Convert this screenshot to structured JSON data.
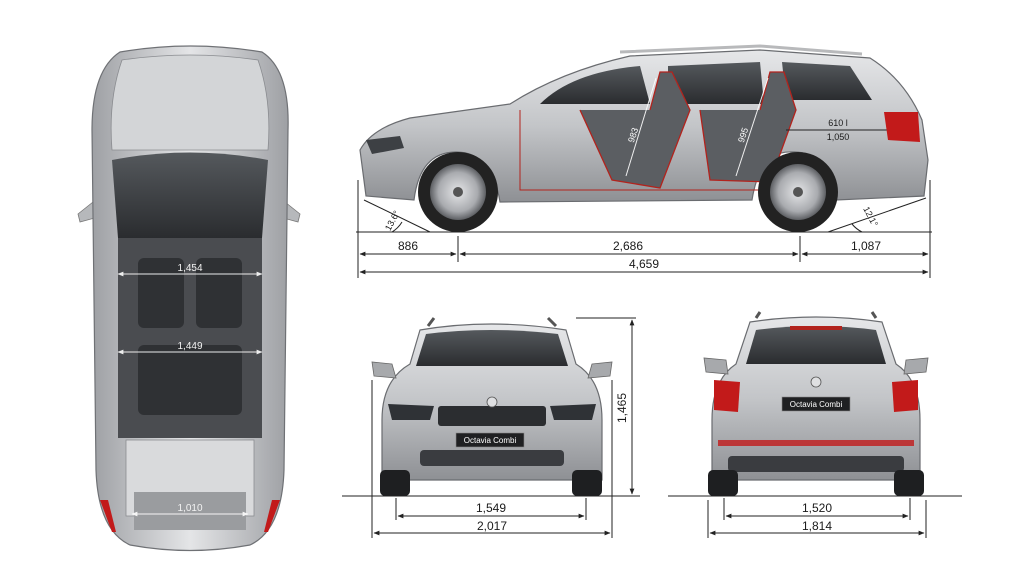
{
  "dimensions": {
    "front_overhang": "886",
    "wheelbase": "2,686",
    "rear_overhang": "1,087",
    "overall_length": "4,659",
    "height": "1,465",
    "front_track": "1,549",
    "width_with_mirrors": "2,017",
    "rear_track": "1,520",
    "width": "1,814",
    "front_shoulder_width": "1,454",
    "rear_shoulder_width": "1,449",
    "boot_floor_width": "1,010",
    "front_headroom": "983",
    "rear_headroom": "995",
    "boot_volume": "610 l",
    "boot_volume_seats_down": "1,050",
    "approach_angle": "13.6°",
    "departure_angle": "12.1°"
  },
  "labels": {
    "front_plate": "Octavia Combi",
    "rear_plate": "Octavia Combi"
  },
  "colors": {
    "body_silver": "#c8c9cb",
    "glass": "#3a3d40",
    "interior_outline": "#b2231d",
    "taillight_red": "#c21a1a",
    "dimension_line": "#222222"
  }
}
